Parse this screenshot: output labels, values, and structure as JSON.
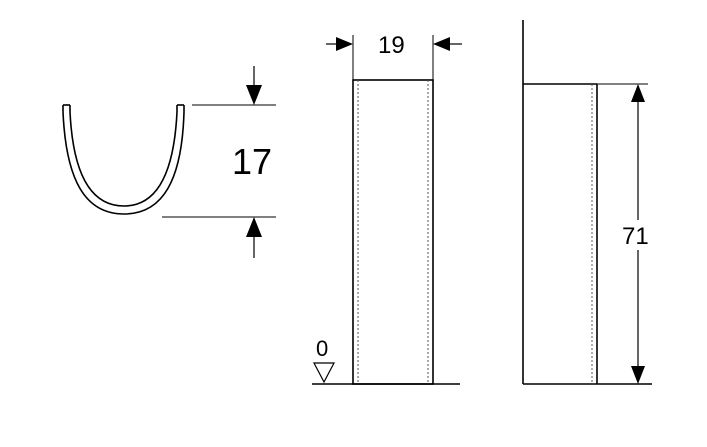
{
  "drawing": {
    "dimensions": {
      "height_front": "17",
      "width_side": "19",
      "height_side": "71",
      "ground_level": "0"
    },
    "colors": {
      "line": "#000000",
      "hidden_line": "#555555",
      "background": "#ffffff"
    }
  }
}
